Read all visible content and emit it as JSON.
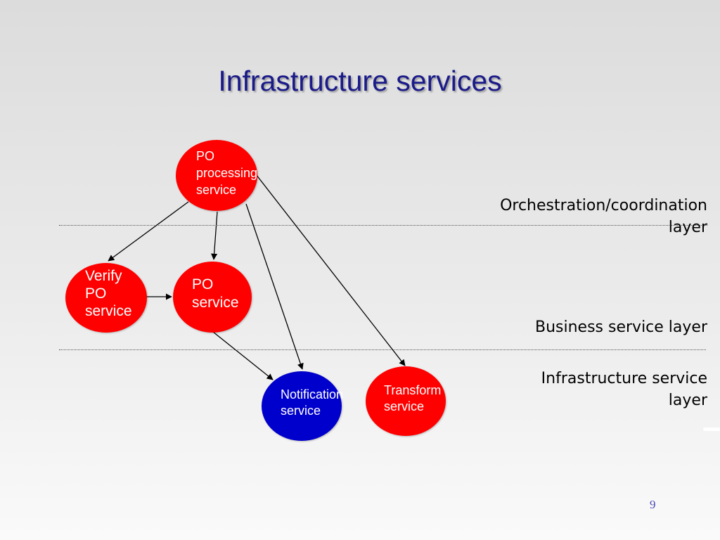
{
  "slide": {
    "title": "Infrastructure services",
    "page_number": "9"
  },
  "layers": [
    {
      "label": "Orchestration/coordination\nlayer"
    },
    {
      "label": "Business service layer"
    },
    {
      "label": "Infrastructure service\nlayer"
    }
  ],
  "nodes": {
    "po_processing": {
      "label": "PO\nprocessing\nservice",
      "color": "#ff0000"
    },
    "verify_po": {
      "label": "Verify\nPO\nservice",
      "color": "#ff0000"
    },
    "po_service": {
      "label": "PO\nservice",
      "color": "#ff0000"
    },
    "notification": {
      "label": "Notification\nservice",
      "color": "#0000cc"
    },
    "transform": {
      "label": "Transform\nservice",
      "color": "#ff0000"
    }
  },
  "colors": {
    "title": "#1a1a8a",
    "service_node": "#ff0000",
    "infrastructure_node": "#0000cc",
    "arrow": "#000000"
  }
}
